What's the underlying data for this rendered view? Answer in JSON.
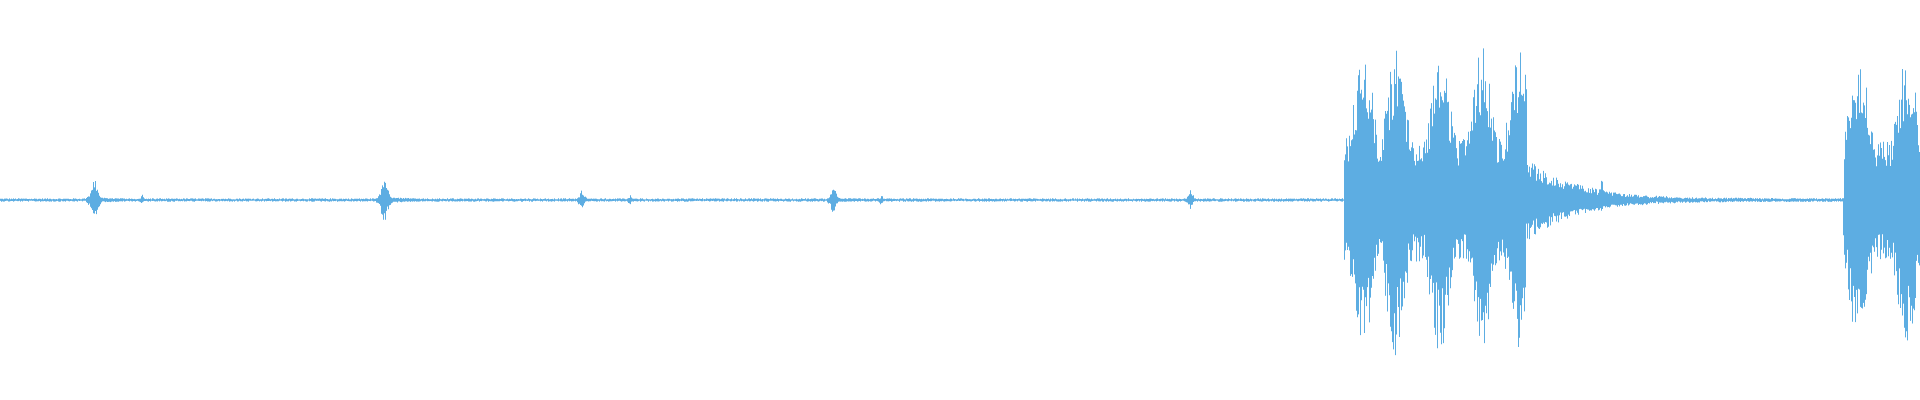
{
  "waveform": {
    "color": "#5dade2",
    "baseline_style": "dotted",
    "events": [
      {
        "t": 0.049,
        "amp": 0.12,
        "len": 0.006,
        "kind": "click"
      },
      {
        "t": 0.074,
        "amp": 0.03,
        "len": 0.003,
        "kind": "click"
      },
      {
        "t": 0.2,
        "amp": 0.14,
        "len": 0.006,
        "kind": "click"
      },
      {
        "t": 0.303,
        "amp": 0.07,
        "len": 0.004,
        "kind": "click"
      },
      {
        "t": 0.328,
        "amp": 0.03,
        "len": 0.003,
        "kind": "click"
      },
      {
        "t": 0.434,
        "amp": 0.08,
        "len": 0.005,
        "kind": "click"
      },
      {
        "t": 0.459,
        "amp": 0.03,
        "len": 0.003,
        "kind": "click"
      },
      {
        "t": 0.62,
        "amp": 0.06,
        "len": 0.004,
        "kind": "click"
      },
      {
        "t": 0.834,
        "amp": 0.13,
        "len": 0.003,
        "kind": "click"
      }
    ],
    "bursts": [
      {
        "start": 0.7,
        "end": 0.795,
        "amp": 0.82,
        "tail_end": 0.965,
        "peaks": [
          0.71,
          0.727,
          0.75,
          0.772,
          0.791
        ]
      },
      {
        "start": 0.96,
        "end": 1.0,
        "amp": 0.8,
        "tail_end": 1.0,
        "peaks": [
          0.968,
          0.993
        ]
      }
    ],
    "noise_floor": 0.006
  }
}
